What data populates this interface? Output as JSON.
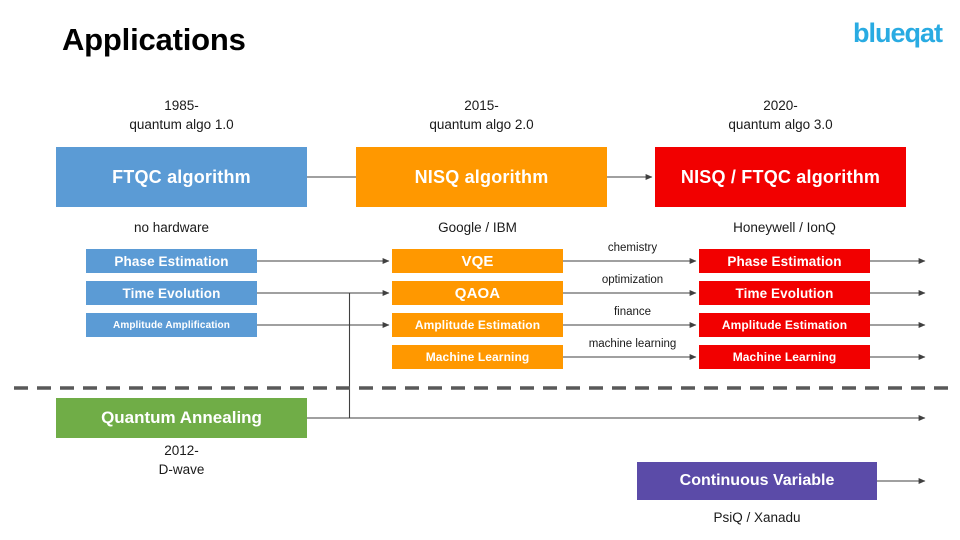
{
  "header": {
    "title": "Applications",
    "brand": "blueqat",
    "brand_color": "#29ABE2"
  },
  "eras": [
    {
      "name": "era-1",
      "caption": "1985-\nquantum algo 1.0",
      "box_label": "FTQC algorithm",
      "color": "#5B9BD5",
      "vendor": "no hardware"
    },
    {
      "name": "era-2",
      "caption": "2015-\nquantum algo 2.0",
      "box_label": "NISQ algorithm",
      "color": "#FF9800",
      "vendor": "Google / IBM"
    },
    {
      "name": "era-3",
      "caption": "2020-\nquantum algo 3.0",
      "box_label": "NISQ / FTQC algorithm",
      "color": "#F20000",
      "vendor": "Honeywell / IonQ"
    }
  ],
  "columns": {
    "ftqc": {
      "color": "#5B9BD5",
      "items": [
        {
          "label": "Phase Estimation"
        },
        {
          "label": "Time Evolution"
        },
        {
          "label": "Amplitude Amplification"
        }
      ]
    },
    "nisq": {
      "color": "#FF9800",
      "items": [
        {
          "label": "VQE"
        },
        {
          "label": "QAOA"
        },
        {
          "label": "Amplitude Estimation"
        },
        {
          "label": "Machine Learning"
        }
      ]
    },
    "hybrid": {
      "color": "#F20000",
      "items": [
        {
          "label": "Phase Estimation"
        },
        {
          "label": "Time Evolution"
        },
        {
          "label": "Amplitude Estimation"
        },
        {
          "label": "Machine Learning"
        }
      ]
    }
  },
  "edge_labels": [
    {
      "label": "chemistry"
    },
    {
      "label": "optimization"
    },
    {
      "label": "finance"
    },
    {
      "label": "machine learning"
    }
  ],
  "annealing": {
    "box_label": "Quantum Annealing",
    "color": "#70AD47",
    "caption": "2012-\nD-wave"
  },
  "continuous_variable": {
    "box_label": "Continuous Variable",
    "color": "#5B4BA8",
    "caption": "PsiQ / Xanadu"
  }
}
